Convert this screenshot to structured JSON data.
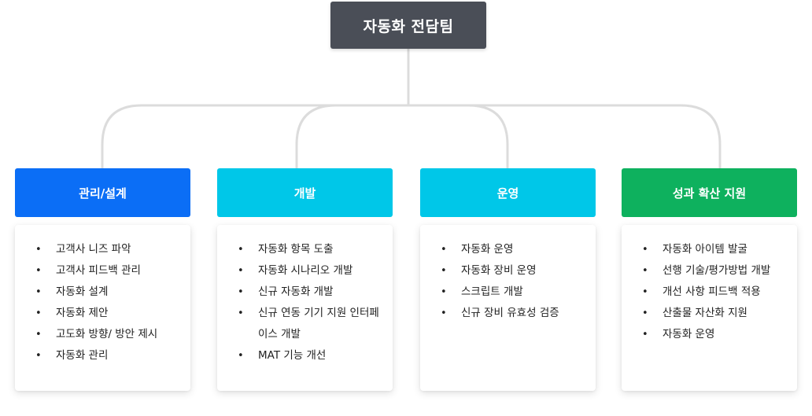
{
  "root": {
    "title": "자동화 전담팀"
  },
  "colors": {
    "root": "#4a4e57",
    "connector": "#dcdcdc",
    "header_blue": "#0b6ef6",
    "header_cyan": "#00c7e8",
    "header_green": "#0eb15e"
  },
  "columns": [
    {
      "title": "관리/설계",
      "color": "#0b6ef6",
      "items": [
        "고객사 니즈 파악",
        "고객사 피드백 관리",
        "자동화 설계",
        "자동화 제안",
        "고도화 방향/ 방안 제시",
        "자동화 관리"
      ]
    },
    {
      "title": "개발",
      "color": "#00c7e8",
      "items": [
        "자동화 항목 도출",
        "자동화 시나리오 개발",
        "신규 자동화 개발",
        "신규 연동 기기 지원 인터페이스 개발",
        "MAT 기능 개선"
      ]
    },
    {
      "title": "운영",
      "color": "#00c7e8",
      "items": [
        "자동화 운영",
        "자동화 장비 운영",
        "스크립트 개발",
        "신규 장비 유효성 검증"
      ]
    },
    {
      "title": "성과 확산 지원",
      "color": "#0eb15e",
      "items": [
        "자동화 아이템 발굴",
        "선행 기술/평가방법 개발",
        "개선 사항 피드백 적용",
        "산출물 자산화 지원",
        "자동화 운영"
      ]
    }
  ]
}
